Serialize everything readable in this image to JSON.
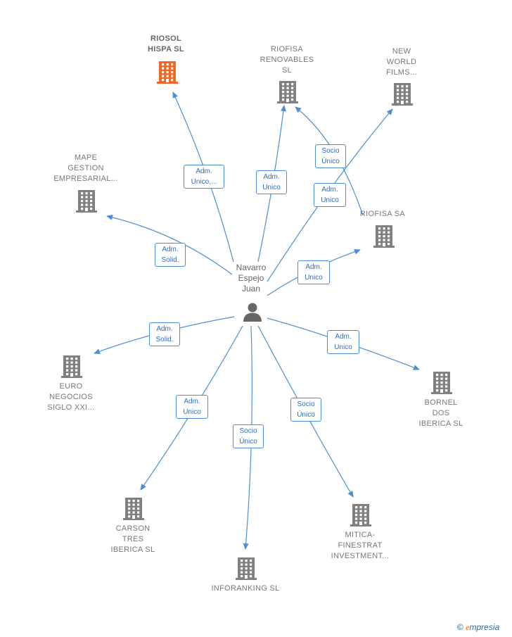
{
  "center": {
    "name": "Navarro\nEspejo\nJuan",
    "icon": "person-icon"
  },
  "colors": {
    "edge": "#4a8fd6",
    "building": "#808080",
    "building_highlight": "#f26522"
  },
  "nodes": [
    {
      "id": "riosol",
      "name": "RIOSOL\nHISPA  SL",
      "icon": "building-icon",
      "highlight": true
    },
    {
      "id": "riofisa-renovables",
      "name": "RIOFISA\nRENOVABLES\nSL",
      "icon": "building-icon"
    },
    {
      "id": "new-world",
      "name": "NEW\nWORLD\nFILMS...",
      "icon": "building-icon"
    },
    {
      "id": "mape",
      "name": "MAPE\nGESTION\nEMPRESARIAL...",
      "icon": "building-icon"
    },
    {
      "id": "riofisa-sa",
      "name": "RIOFISA SA",
      "icon": "building-icon"
    },
    {
      "id": "euro",
      "name": "EURO\nNEGOCIOS\nSIGLO XXI...",
      "icon": "building-icon"
    },
    {
      "id": "bornel",
      "name": "BORNEL\nDOS\nIBERICA SL",
      "icon": "building-icon"
    },
    {
      "id": "carson",
      "name": "CARSON\nTRES\nIBERICA SL",
      "icon": "building-icon"
    },
    {
      "id": "inforanking",
      "name": "INFORANKING SL",
      "icon": "building-icon"
    },
    {
      "id": "mitica",
      "name": "MITICA-\nFINESTRAT\nINVESTMENT...",
      "icon": "building-icon"
    }
  ],
  "relations": [
    {
      "label": "Adm.\nUnico,...",
      "target": "riosol"
    },
    {
      "label": "Adm.\nUnico",
      "target": "riofisa-renovables"
    },
    {
      "label": "Socio\nÚnico",
      "target": "riofisa-renovables",
      "from": "riofisa-sa"
    },
    {
      "label": "Adm.\nUnico",
      "target": "new-world"
    },
    {
      "label": "Adm.\nSolid.",
      "target": "mape"
    },
    {
      "label": "Adm.\nUnico",
      "target": "riofisa-sa"
    },
    {
      "label": "Adm.\nSolid.",
      "target": "euro"
    },
    {
      "label": "Adm.\nUnico",
      "target": "bornel"
    },
    {
      "label": "Adm.\nUnico",
      "target": "carson"
    },
    {
      "label": "Socio\nÚnico",
      "target": "inforanking"
    },
    {
      "label": "Socio\nÚnico",
      "target": "mitica"
    }
  ],
  "credit": {
    "symbol": "©",
    "brand_initial": "e",
    "brand_rest": "mpresia"
  }
}
